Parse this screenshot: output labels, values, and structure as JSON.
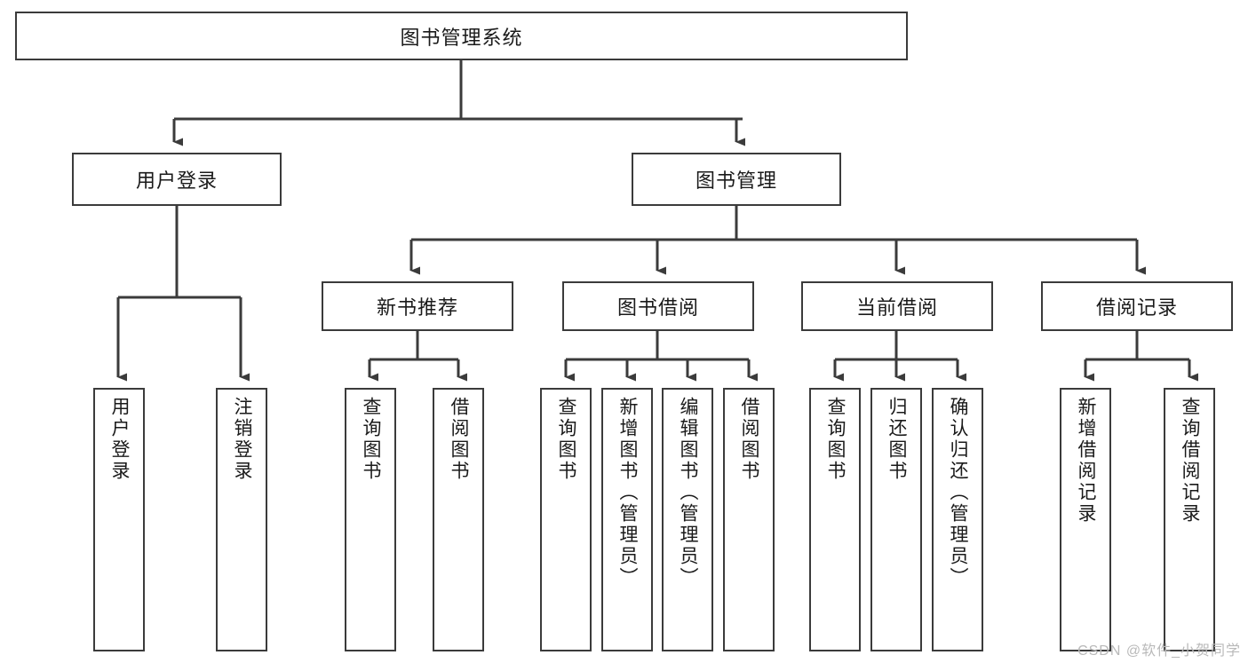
{
  "diagram": {
    "title_node": {
      "label": "图书管理系统"
    },
    "level2": [
      {
        "id": "user-login",
        "label": "用户登录"
      },
      {
        "id": "book-manage",
        "label": "图书管理"
      }
    ],
    "level3": [
      {
        "id": "new-book-rec",
        "label": "新书推荐"
      },
      {
        "id": "book-borrow",
        "label": "图书借阅"
      },
      {
        "id": "current-borrow",
        "label": "当前借阅"
      },
      {
        "id": "borrow-record",
        "label": "借阅记录"
      }
    ],
    "leaves": [
      {
        "id": "leaf-user-login",
        "label": "用户登录"
      },
      {
        "id": "leaf-logout",
        "label": "注销登录"
      },
      {
        "id": "leaf-query-book-1",
        "label": "查询图书"
      },
      {
        "id": "leaf-borrow-book-1",
        "label": "借阅图书"
      },
      {
        "id": "leaf-query-book-2",
        "label": "查询图书"
      },
      {
        "id": "leaf-add-book",
        "label": "新增图书（管理员）"
      },
      {
        "id": "leaf-edit-book",
        "label": "编辑图书（管理员）"
      },
      {
        "id": "leaf-borrow-book-2",
        "label": "借阅图书"
      },
      {
        "id": "leaf-query-book-3",
        "label": "查询图书"
      },
      {
        "id": "leaf-return-book",
        "label": "归还图书"
      },
      {
        "id": "leaf-confirm-return",
        "label": "确认归还（管理员）"
      },
      {
        "id": "leaf-add-record",
        "label": "新增借阅记录"
      },
      {
        "id": "leaf-query-record",
        "label": "查询借阅记录"
      }
    ]
  },
  "watermark": {
    "text": "CSDN @软件_小贺同学"
  },
  "colors": {
    "stroke": "#3b3b3b",
    "text": "#1a1a1a",
    "background": "#ffffff",
    "watermark": "#b9b9b9"
  }
}
